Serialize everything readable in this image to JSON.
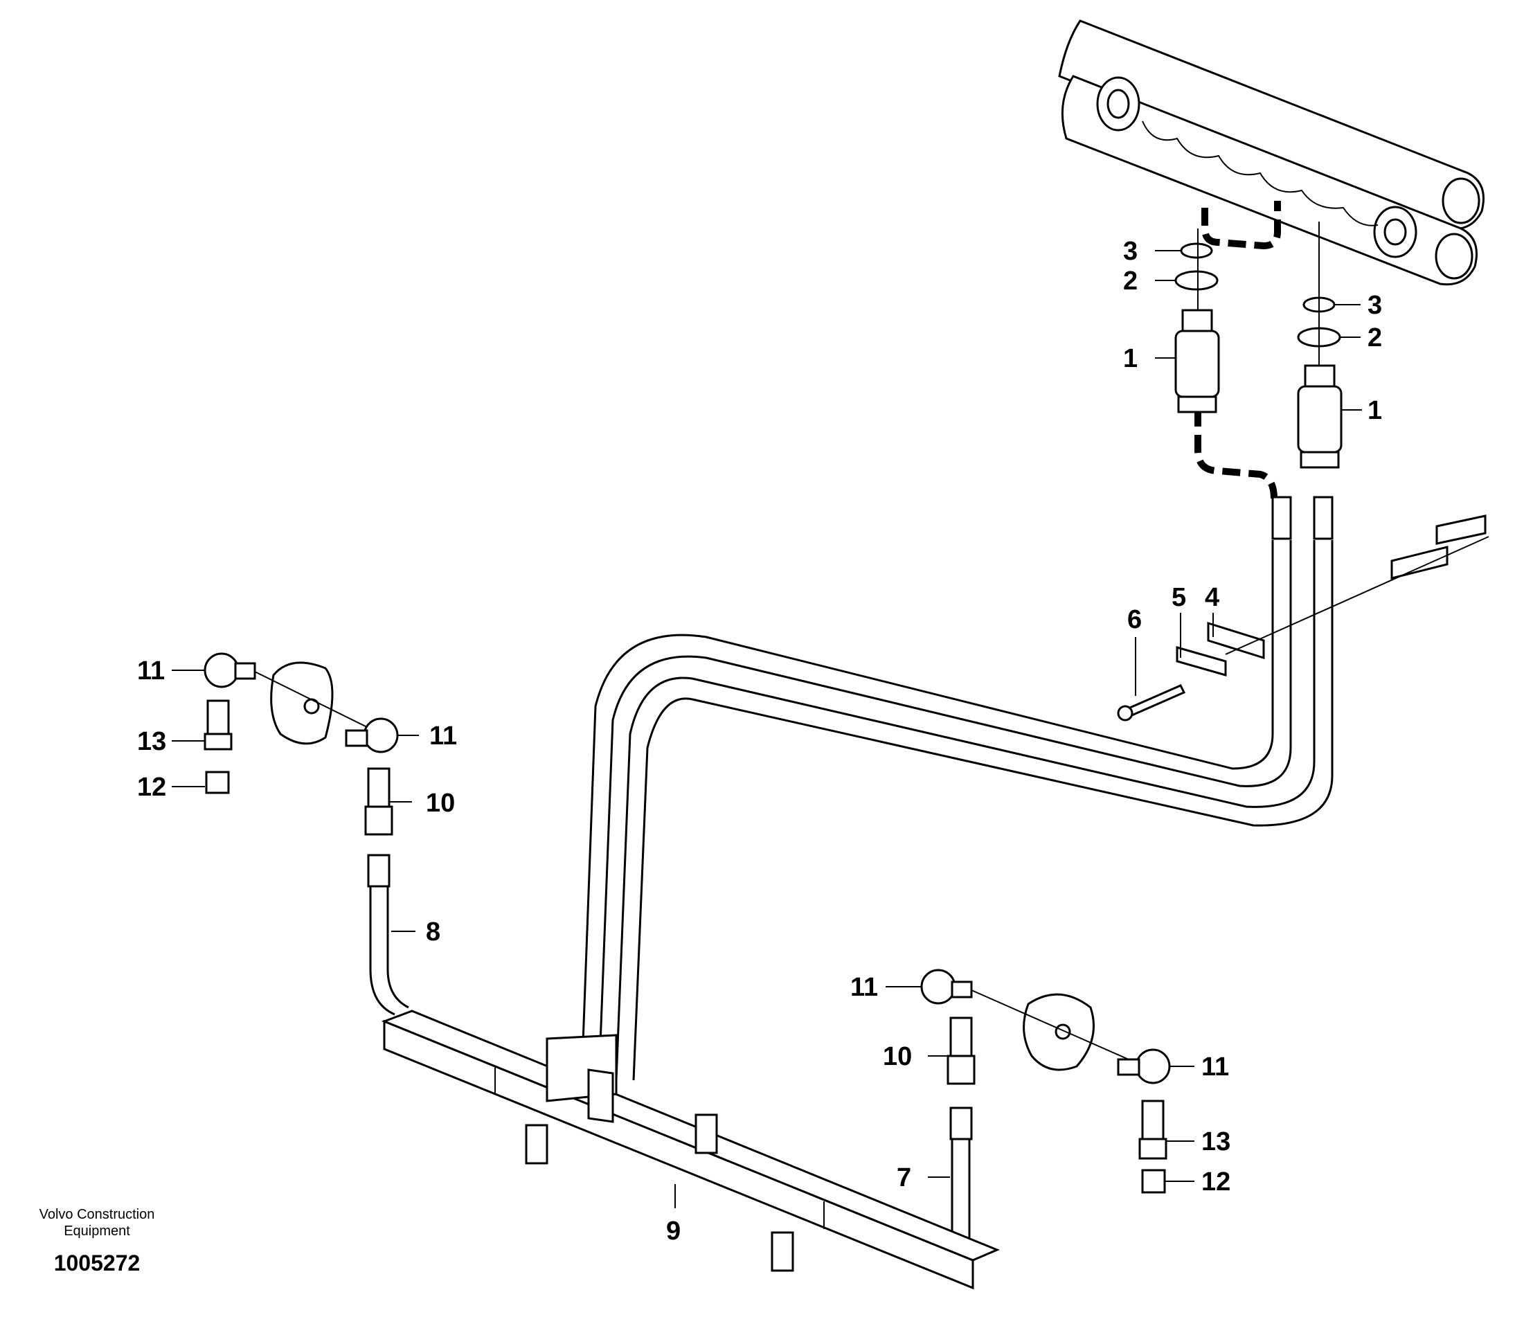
{
  "callouts": {
    "c1a": "1",
    "c1b": "1",
    "c2a": "2",
    "c2b": "2",
    "c3a": "3",
    "c3b": "3",
    "c4": "4",
    "c5": "5",
    "c6": "6",
    "c7": "7",
    "c8": "8",
    "c9": "9",
    "c10a": "10",
    "c10b": "10",
    "c11a": "11",
    "c11b": "11",
    "c11c": "11",
    "c11d": "11",
    "c12a": "12",
    "c12b": "12",
    "c13a": "13",
    "c13b": "13"
  },
  "footer": {
    "brand_line1": "Volvo Construction",
    "brand_line2": "Equipment",
    "doc_number": "1005272"
  }
}
